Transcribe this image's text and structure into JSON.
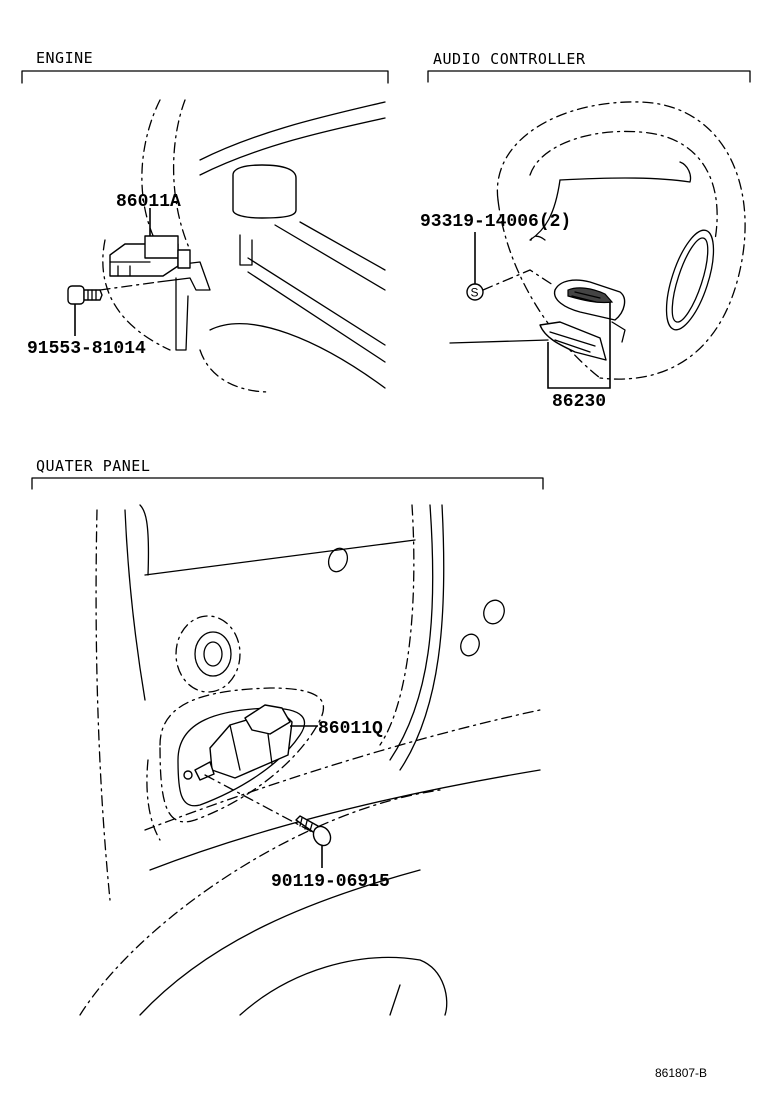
{
  "sections": {
    "engine": {
      "title": "ENGINE"
    },
    "audio": {
      "title": "AUDIO CONTROLLER"
    },
    "quarter": {
      "title": "QUATER PANEL"
    }
  },
  "parts": {
    "p86011a": "86011A",
    "p91553": "91553-81014",
    "p93319": "93319-14006(2)",
    "p86230": "86230",
    "p86011q": "86011Q",
    "p90119": "90119-06915"
  },
  "screw_symbol": "S",
  "figure_code": "861807-B"
}
